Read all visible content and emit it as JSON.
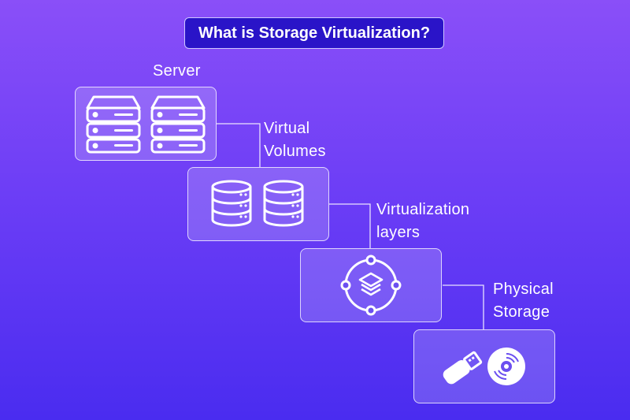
{
  "title": "What is Storage Virtualization?",
  "stages": [
    {
      "label_lines": [
        "Server"
      ],
      "icon": "server-rack-icon"
    },
    {
      "label_lines": [
        "Virtual",
        "Volumes"
      ],
      "icon": "database-icon"
    },
    {
      "label_lines": [
        "Virtualization",
        "layers"
      ],
      "icon": "layers-network-icon"
    },
    {
      "label_lines": [
        "Physical",
        "Storage"
      ],
      "icon": "usb-disk-icon"
    }
  ],
  "colors": {
    "background_top": "#8a4ff8",
    "background_bottom": "#4a2cf0",
    "title_box": "#2a14c8",
    "foreground": "#ffffff"
  }
}
